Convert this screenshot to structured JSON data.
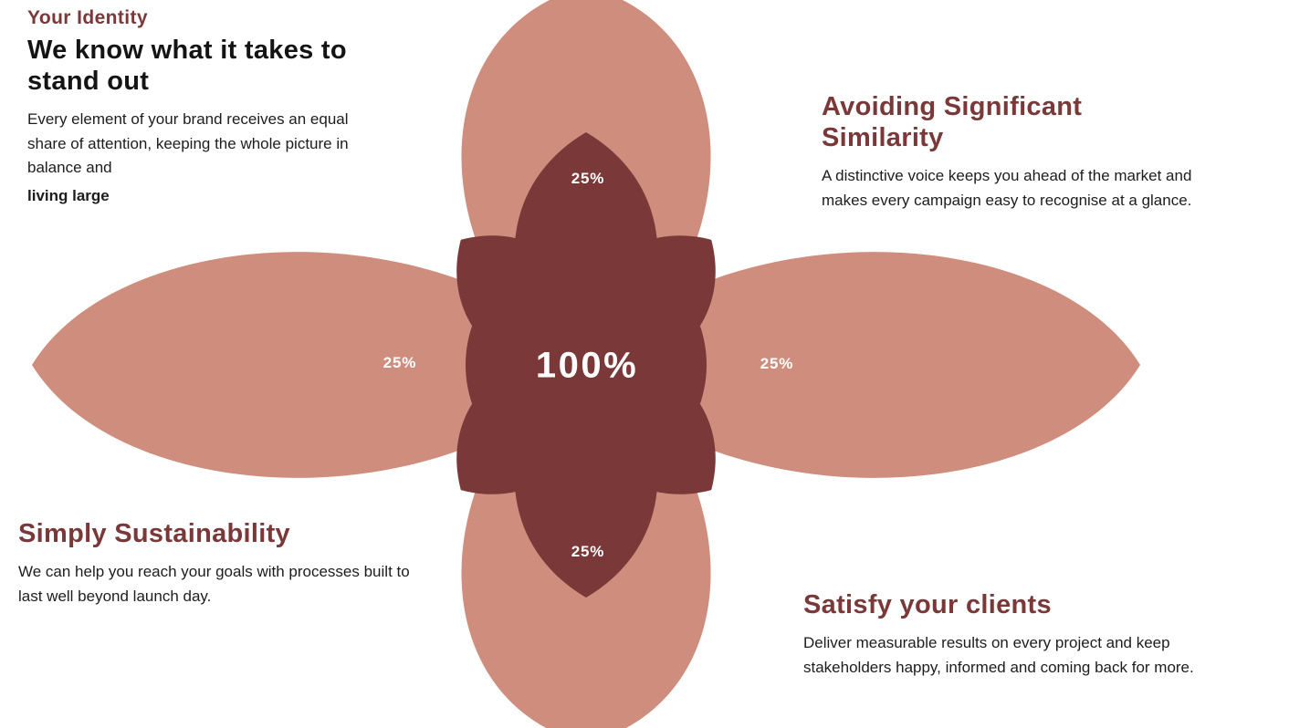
{
  "diagram": {
    "center_label": "100%",
    "petals": [
      {
        "position": "top",
        "value": "25%",
        "color": "dark"
      },
      {
        "position": "right",
        "value": "25%",
        "color": "light"
      },
      {
        "position": "bottom",
        "value": "25%",
        "color": "dark"
      },
      {
        "position": "left",
        "value": "25%",
        "color": "light"
      }
    ],
    "colors": {
      "dark": "#7b3838",
      "light": "#cf8e7d"
    }
  },
  "quadrants": {
    "top_left": {
      "kicker": "Your Identity",
      "heading": "We know what it takes to stand out",
      "body": "Every element of your brand receives an equal share of attention, keeping the whole picture in balance and",
      "tail": "living large"
    },
    "top_right": {
      "heading": "Avoiding Significant Similarity",
      "body": "A distinctive voice keeps you ahead of the market and makes every campaign easy to recognise at a glance."
    },
    "bottom_left": {
      "heading": "Simply Sustainability",
      "body": "We can help you reach your goals with processes built to last well beyond launch day."
    },
    "bottom_right": {
      "heading": "Satisfy your clients",
      "body": "Deliver measurable results on every project and keep stakeholders happy, informed and coming back for more."
    }
  }
}
